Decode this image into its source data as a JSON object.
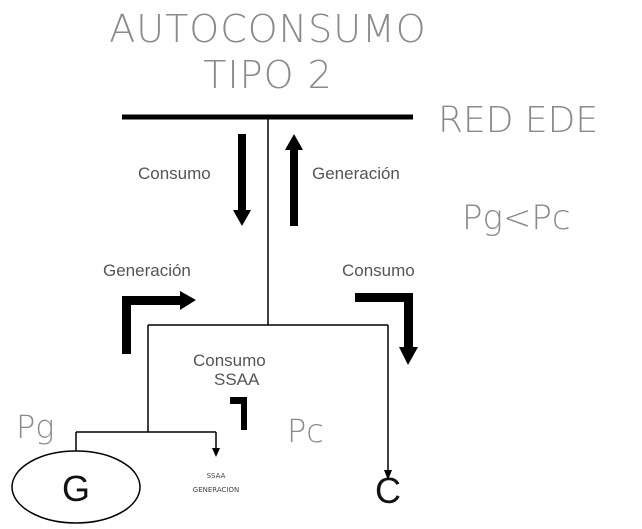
{
  "title": {
    "line1": "AUTOCONSUMO",
    "line2": "TIPO 2"
  },
  "bus_label": "RED EDE",
  "relation": "Pg<Pc",
  "labels": {
    "top_left": "Consumo",
    "top_right": "Generación",
    "mid_left": "Generación",
    "mid_right": "Consumo",
    "ssaa_line1": "Consumo",
    "ssaa_line2": "SSAA",
    "pg": "Pg",
    "pc": "Pc",
    "ssaa_gen_line1": "SSAA",
    "ssaa_gen_line2": "GENERACION"
  },
  "nodes": {
    "generator": "G",
    "consumer": "C"
  },
  "colors": {
    "line": "#000000",
    "text_gray": "#8a8a8a"
  }
}
